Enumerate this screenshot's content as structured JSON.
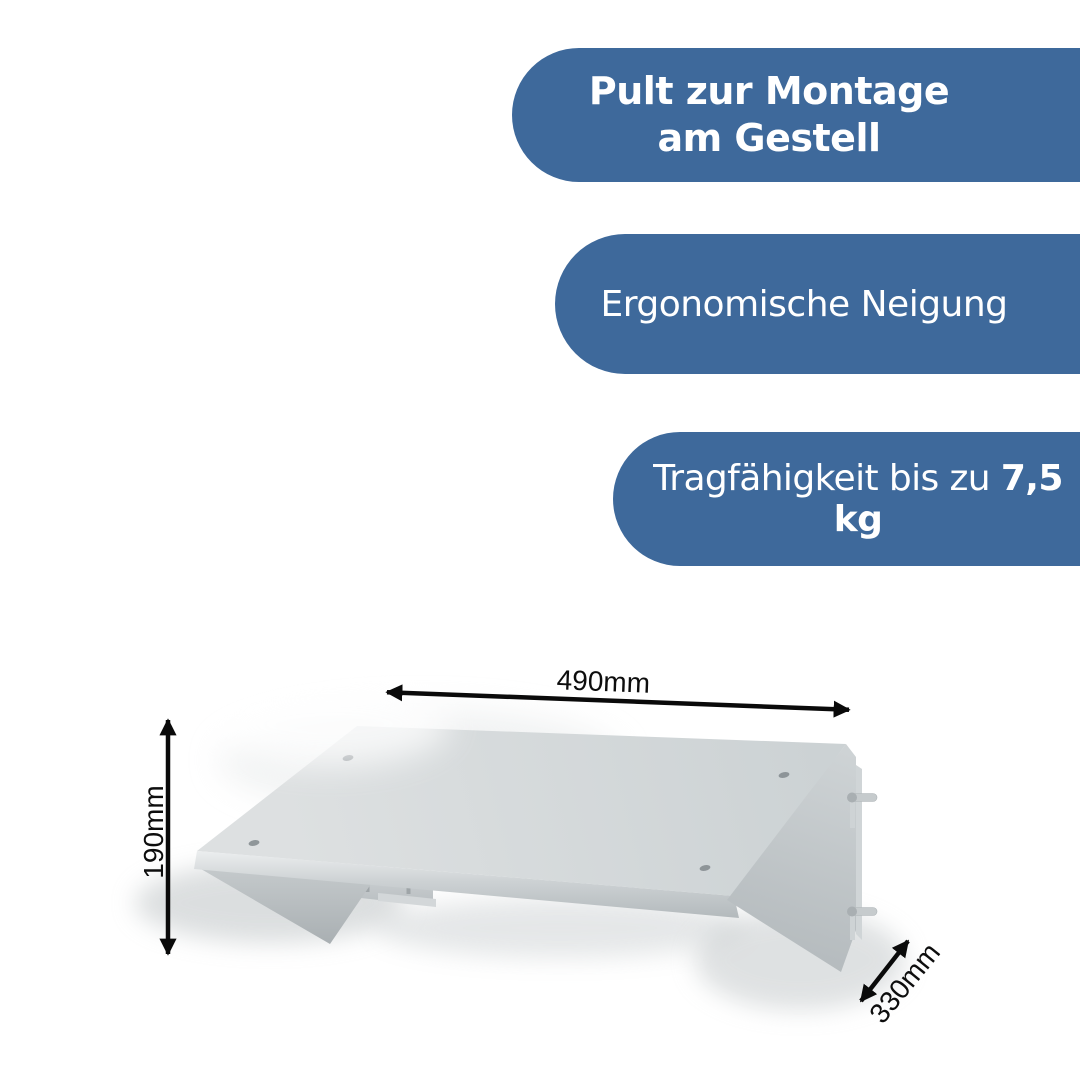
{
  "badges": {
    "title": {
      "line1": "Pult zur Montage",
      "line2": "am Gestell"
    },
    "feature_tilt": {
      "text": "Ergonomische Neigung"
    },
    "feature_capacity": {
      "prefix": "Tragfähigkeit bis zu ",
      "bold": "7,5 kg"
    }
  },
  "product": {
    "name": "Pult zur Montage am Gestell",
    "dimensions": {
      "width": "490mm",
      "height": "190mm",
      "depth": "330mm"
    }
  },
  "colors": {
    "badge_background": "#3e699b",
    "badge_text": "#ffffff",
    "dimension_arrow": "#0a0a0a",
    "product_light": "#d5dadc",
    "product_mid": "#c3c8cb",
    "product_dark": "#aab0b3",
    "background": "#ffffff"
  }
}
